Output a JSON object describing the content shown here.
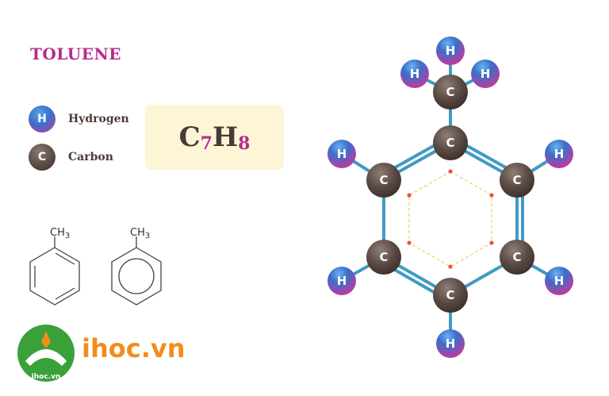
{
  "title": "TOLUENE",
  "legend": {
    "hydrogen": {
      "symbol": "H",
      "label": "Hydrogen"
    },
    "carbon": {
      "symbol": "C",
      "label": "Carbon"
    }
  },
  "formula": {
    "c": "C",
    "c_count": "7",
    "h": "H",
    "h_count": "8"
  },
  "skeletal": {
    "group_label": "CH",
    "group_sub": "3"
  },
  "molecule": {
    "carbon_symbol": "C",
    "hydrogen_symbol": "H"
  },
  "logo": {
    "brand": "ihoc.vn",
    "badge_text": "ihoc.vn"
  },
  "colors": {
    "title": "#b52b8d",
    "formula_text": "#4a3a36",
    "formula_sub": "#b52b8d",
    "formula_box": "#fcf6d6",
    "legend_label": "#4a3a36",
    "bond": "#3f9bc4",
    "aromatic_ring": "#f4d77a",
    "aromatic_dot": "#e4573c",
    "logo_green": "#3aa13a",
    "logo_orange": "#f28c1e"
  }
}
